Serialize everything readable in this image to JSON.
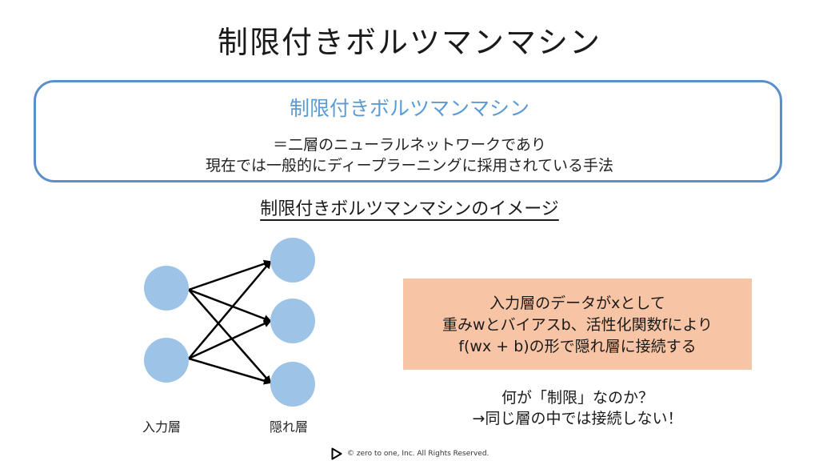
{
  "slide": {
    "title": "制限付きボルツマンマシン"
  },
  "definition": {
    "heading": "制限付きボルツマンマシン",
    "line1": "＝二層のニューラルネットワークであり",
    "line2": "現在では一般的にディープラーニングに採用されている手法"
  },
  "diagram": {
    "heading": "制限付きボルツマンマシンのイメージ",
    "input_label": "入力層",
    "hidden_label": "隠れ層",
    "node_color": "#9dc3e6"
  },
  "note": {
    "lines": [
      "入力層のデータがxとして",
      "重みwとバイアスb、活性化関数fにより",
      "f(wx + b)の形で隠れ層に接続する"
    ],
    "background": "#f7c4a5"
  },
  "question": {
    "line1": "何が「制限」なのか？",
    "line2": "→同じ層の中では接続しない！"
  },
  "footer": {
    "copyright": "©  zero to one, Inc. All Rights Reserved.",
    "logo_icon": "play-triangle-icon"
  },
  "colors": {
    "accent_blue": "#5b9bd5",
    "box_border": "#5b8fc9"
  }
}
